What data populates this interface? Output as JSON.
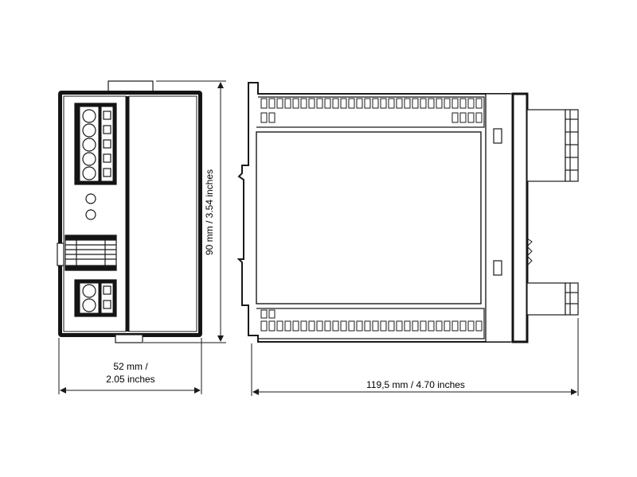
{
  "dimensions": {
    "width_line1": "52 mm /",
    "width_line2": "2.05 inches",
    "height": "90 mm / 3.54 inches",
    "depth": "119,5 mm / 4.70 inches"
  },
  "colors": {
    "line": "#1a1a1a",
    "housing_dark": "#141414",
    "background": "#ffffff"
  }
}
